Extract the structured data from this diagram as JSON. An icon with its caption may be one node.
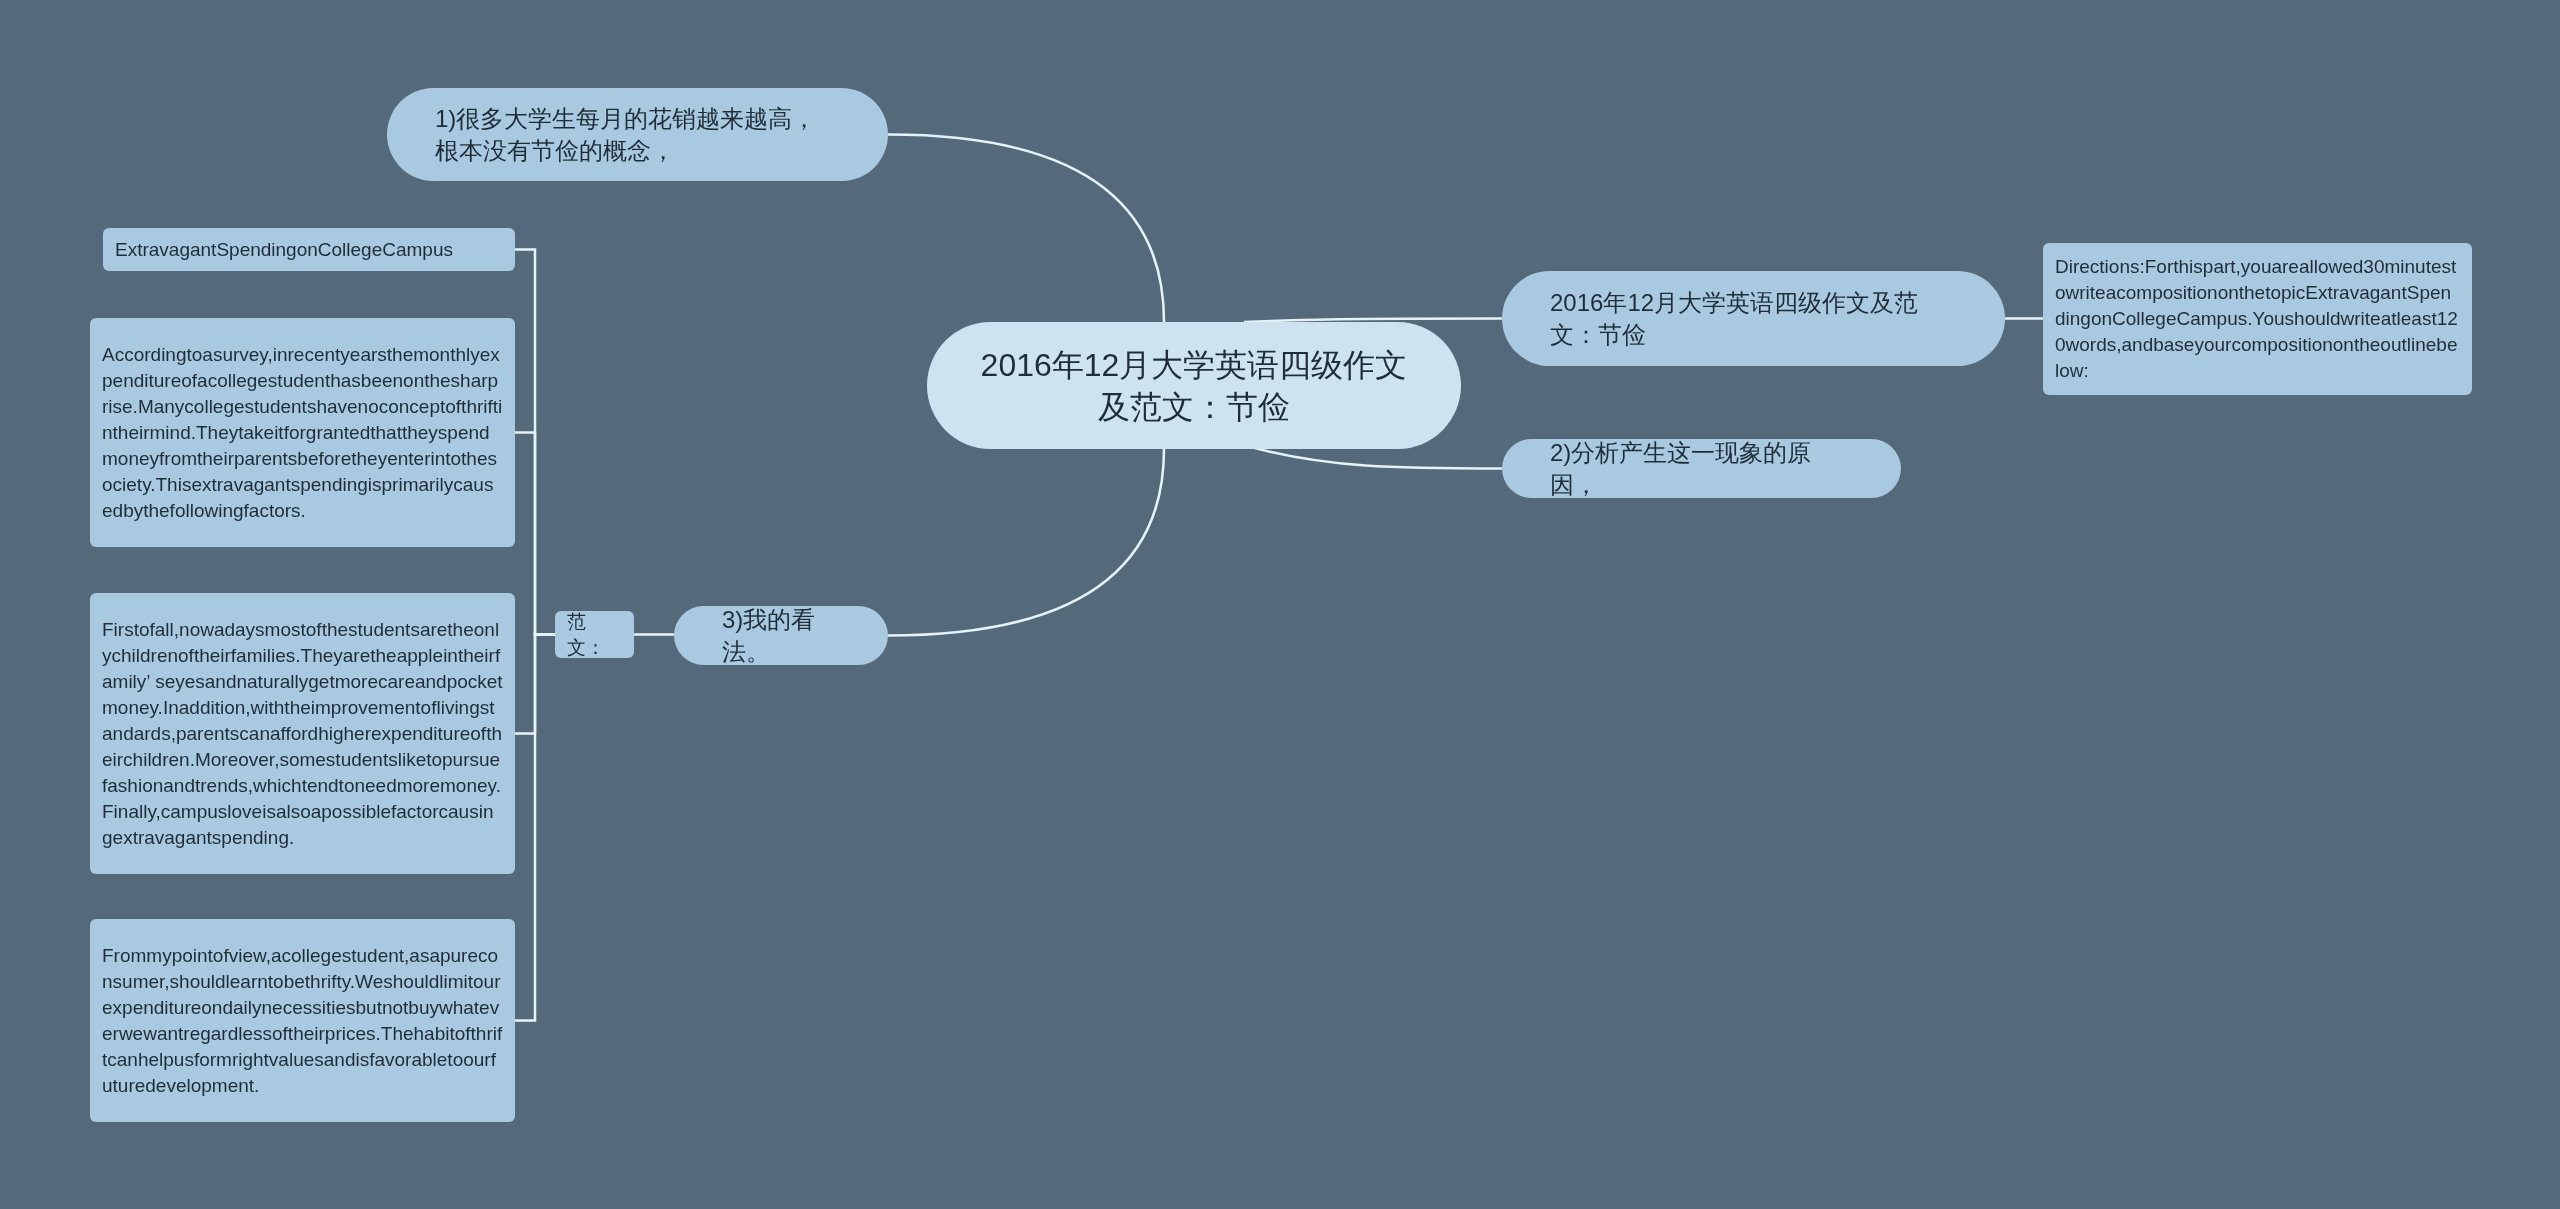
{
  "diagram": {
    "nodes": [
      {
        "text": [
          "2016年12月大学英语四级作文及范文：节俭"
        ]
      },
      {
        "text": [
          "1)很多大学生每月的花销越来越高，根本没有节俭的概念，"
        ]
      },
      {
        "text": [
          "2016年12月大学英语四级作文及范文：节俭"
        ]
      },
      {
        "text": [
          "Directions:Forthispart,youareallowed30minutestowriteacompositiononthetopicExtravagantSpendingonCollegeCampus.Youshouldwriteatleast120words,andbaseyourcompositionontheoutlinebelow:"
        ]
      },
      {
        "text": [
          "2)分析产生这一现象的原因，"
        ]
      },
      {
        "text": [
          "3)我的看法。"
        ]
      },
      {
        "text": [
          "范文："
        ]
      },
      {
        "text": [
          "ExtravagantSpendingonCollegeCampus"
        ]
      },
      {
        "text": [
          "Accordingtoasurvey,inrecentyearsthemonthlyexpenditureofacollegestudenthasbeenonthesharprise.Manycollegestudentshavenoconceptofthriftintheirmind.Theytakeitforgrantedthattheyspendmoneyfromtheirparentsbeforetheyenterintothesociety.Thisextravagantspendingisprimarilycausedbythefollowingfactors."
        ]
      },
      {
        "text": [
          "Firstofall,nowadaysmostofthestudentsaretheonlychildrenoftheirfamilies.Theyaretheappleintheirfamily’ seyesandnaturallygetmorecareandpocketmoney.Inaddition,withtheimprovementoflivingstandards,parentscanaffordhigherexpenditureoftheirchildren.Moreover,somestudentsliketopursuefashionandtrends,whichtendtoneedmoremoney.Finally,campusloveisalsoapossiblefactorcausingextravagantspending."
        ]
      },
      {
        "text": [
          "Frommypointofview,acollegestudent,asapureconsumer,shouldlearntobethrifty.Weshouldlimitourexpenditureondailynecessitiesbutnotbuywhateverwewantregardlessoftheirprices.Thehabitofthriftcanhelpusformrightvaluesandisfavorabletoourfuturedevelopment."
        ]
      }
    ],
    "edges": [
      {
        "from": 0,
        "to": 1,
        "arrow": "none"
      },
      {
        "from": 0,
        "to": 2,
        "arrow": "none"
      },
      {
        "from": 2,
        "to": 3,
        "arrow": "none"
      },
      {
        "from": 0,
        "to": 4,
        "arrow": "none"
      },
      {
        "from": 0,
        "to": 5,
        "arrow": "none"
      },
      {
        "from": 5,
        "to": 6,
        "arrow": "none"
      },
      {
        "from": 6,
        "to": 7,
        "arrow": "none"
      },
      {
        "from": 6,
        "to": 8,
        "arrow": "none"
      },
      {
        "from": 6,
        "to": 9,
        "arrow": "none"
      },
      {
        "from": 6,
        "to": 10,
        "arrow": "none"
      }
    ]
  }
}
